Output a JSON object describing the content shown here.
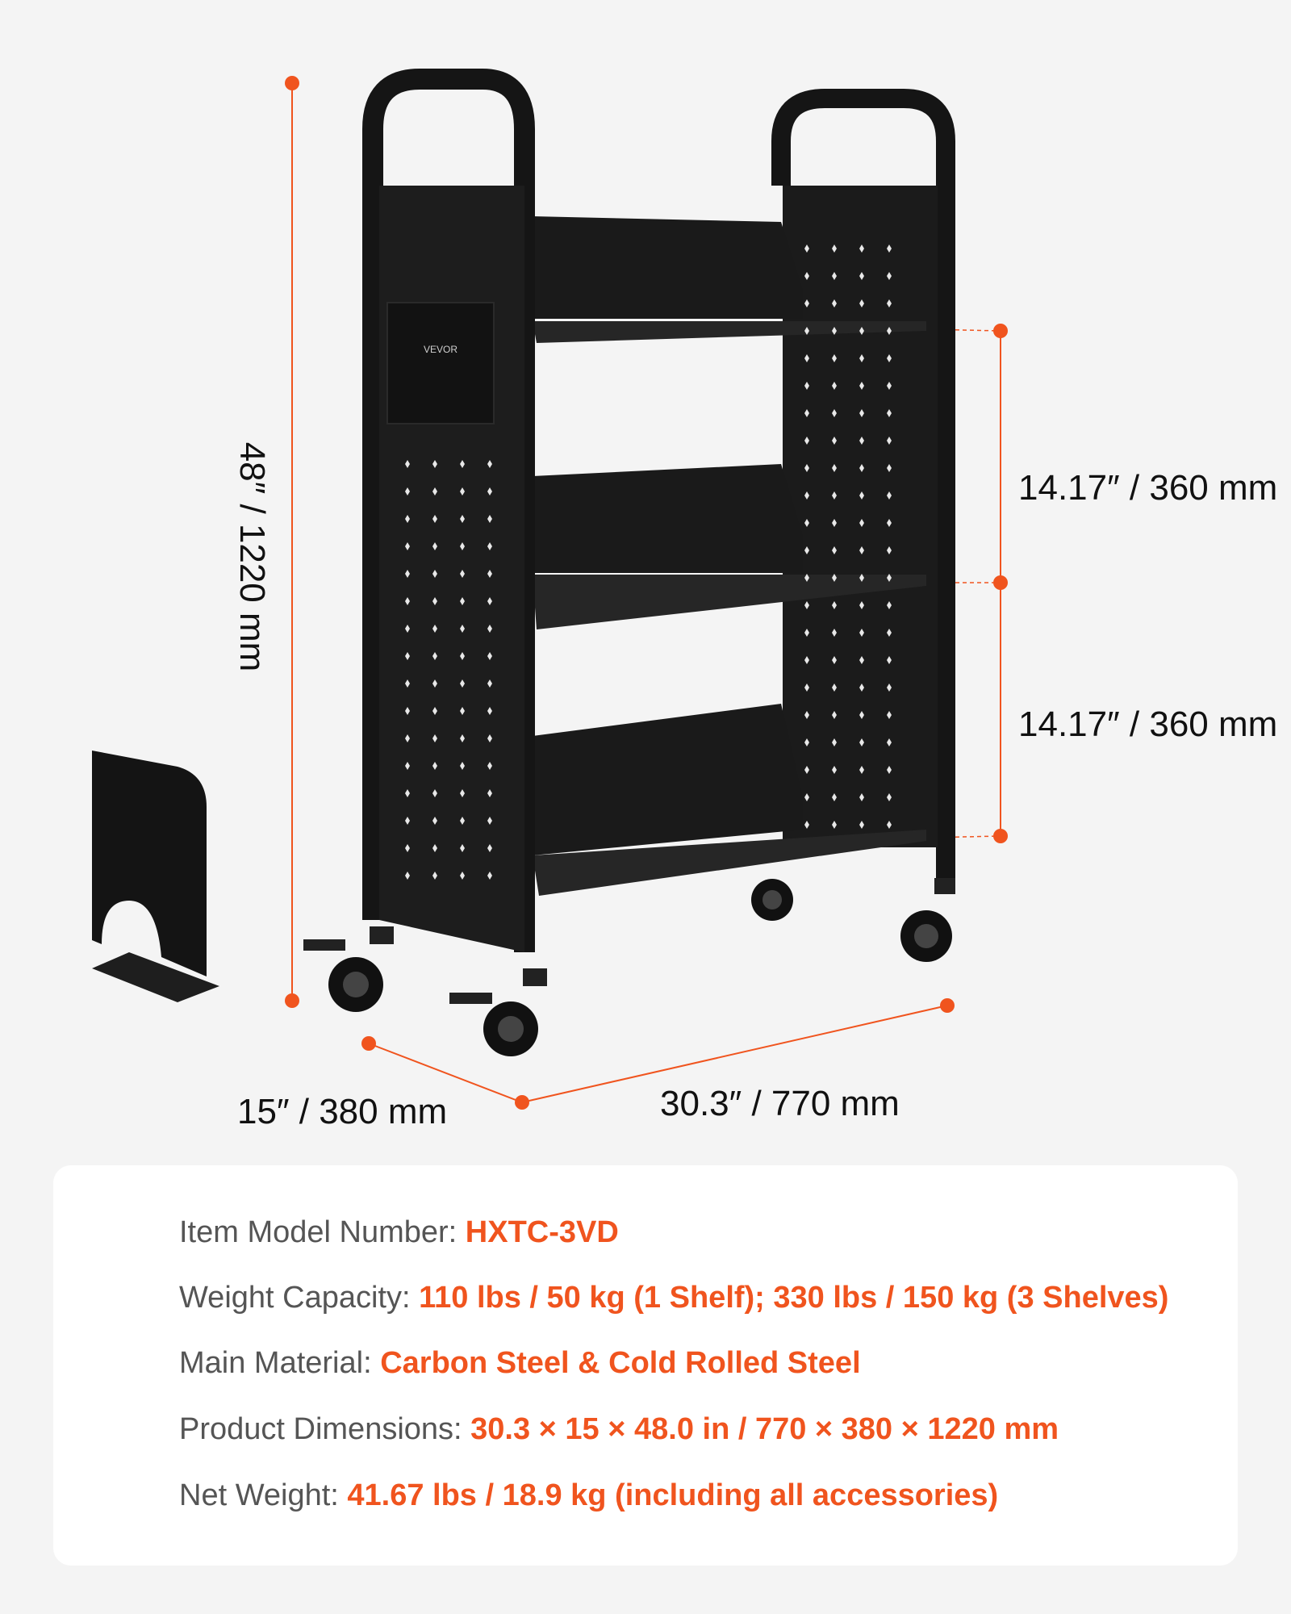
{
  "colors": {
    "accent": "#f0541e",
    "frame": "#151515",
    "background": "#f4f4f4",
    "card": "#ffffff"
  },
  "product": {
    "brand_label": "VEVOR"
  },
  "dimensions": {
    "height": "48″ / 1220 mm",
    "shelf_spacing_top": "14.17″ / 360 mm",
    "shelf_spacing_bottom": "14.17″ / 360 mm",
    "depth": "15″ / 380 mm",
    "width": "30.3″ / 770 mm"
  },
  "specs": {
    "model": {
      "label": "Item Model Number: ",
      "value": "HXTC-3VD"
    },
    "capacity": {
      "label": "Weight Capacity: ",
      "value": "110 lbs / 50 kg (1 Shelf); 330 lbs / 150 kg (3 Shelves)"
    },
    "material": {
      "label": "Main Material: ",
      "value": "Carbon Steel & Cold Rolled Steel"
    },
    "dims": {
      "label": "Product Dimensions: ",
      "value": "30.3 × 15 × 48.0 in / 770 × 380 × 1220 mm"
    },
    "weight": {
      "label": "Net Weight: ",
      "value": "41.67 lbs / 18.9 kg (including all accessories)"
    }
  }
}
